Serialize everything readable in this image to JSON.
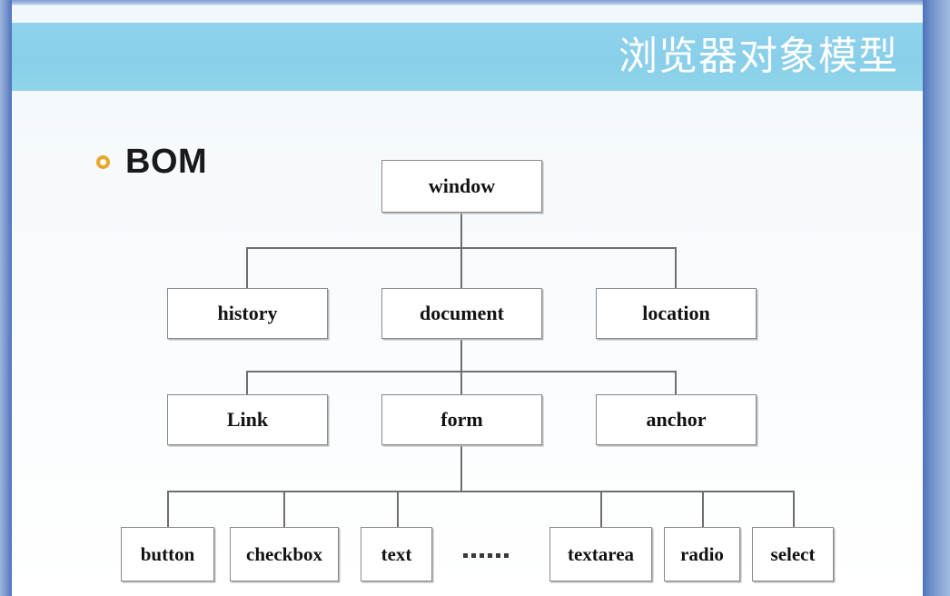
{
  "slide": {
    "title": "浏览器对象模型",
    "heading": "BOM",
    "accent_bullet_color": "#e8a72a",
    "title_band_color": "#8ed2ec",
    "frame_color": "#5f81c4",
    "node_border_color": "#8a8a8a"
  },
  "diagram": {
    "type": "tree",
    "ellipsis": "……",
    "nodes": {
      "window": "window",
      "history": "history",
      "document": "document",
      "location": "location",
      "link": "Link",
      "form": "form",
      "anchor": "anchor",
      "button": "button",
      "checkbox": "checkbox",
      "text": "text",
      "textarea": "textarea",
      "radio": "radio",
      "select": "select"
    },
    "levels": [
      {
        "level": 1,
        "items": [
          "window"
        ]
      },
      {
        "level": 2,
        "parent": "window",
        "items": [
          "history",
          "document",
          "location"
        ]
      },
      {
        "level": 3,
        "parent": "document",
        "items": [
          "Link",
          "form",
          "anchor"
        ]
      },
      {
        "level": 4,
        "parent": "form",
        "items": [
          "button",
          "checkbox",
          "text",
          "……",
          "textarea",
          "radio",
          "select"
        ]
      }
    ]
  }
}
